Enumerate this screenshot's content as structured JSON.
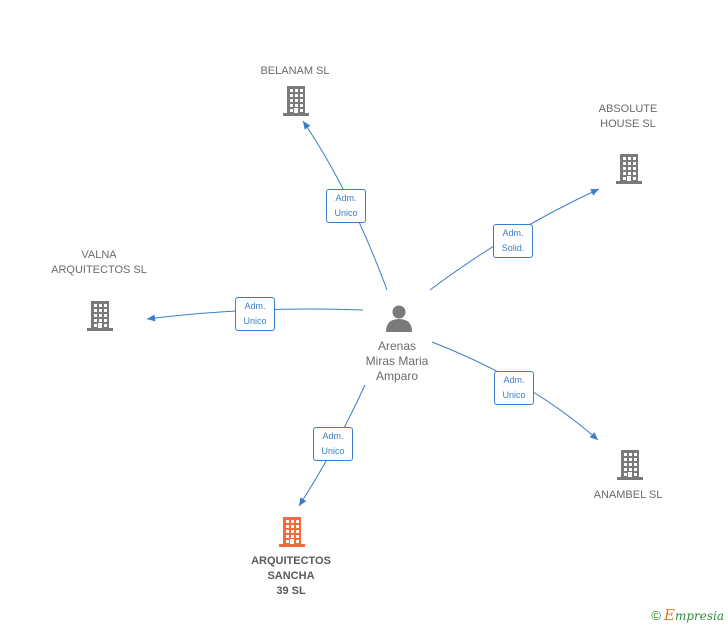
{
  "center": {
    "name_lines": [
      "Arenas",
      "Miras Maria",
      "Amparo"
    ],
    "icon": "person-icon"
  },
  "companies": [
    {
      "id": "belanam",
      "lines": [
        "BELANAM SL"
      ],
      "icon": "building-icon",
      "color": "#7a7a7a",
      "bold": false
    },
    {
      "id": "absolute",
      "lines": [
        "ABSOLUTE",
        "HOUSE SL"
      ],
      "icon": "building-icon",
      "color": "#7a7a7a",
      "bold": false
    },
    {
      "id": "valna",
      "lines": [
        "VALNA",
        "ARQUITECTOS SL"
      ],
      "icon": "building-icon",
      "color": "#7a7a7a",
      "bold": false
    },
    {
      "id": "anambel",
      "lines": [
        "ANAMBEL SL"
      ],
      "icon": "building-icon",
      "color": "#7a7a7a",
      "bold": false
    },
    {
      "id": "sancha",
      "lines": [
        "ARQUITECTOS",
        "SANCHA",
        "39 SL"
      ],
      "icon": "building-icon",
      "color": "#f26b3a",
      "bold": true
    }
  ],
  "relations": [
    {
      "to": "belanam",
      "lines": [
        "Adm.",
        "Unico"
      ]
    },
    {
      "to": "absolute",
      "lines": [
        "Adm.",
        "Solid."
      ]
    },
    {
      "to": "valna",
      "lines": [
        "Adm.",
        "Unico"
      ]
    },
    {
      "to": "anambel",
      "lines": [
        "Adm.",
        "Unico"
      ]
    },
    {
      "to": "sancha",
      "lines": [
        "Adm.",
        "Unico"
      ]
    }
  ],
  "footer": {
    "copyright": "©",
    "brand_initial": "E",
    "brand_rest": "mpresia"
  },
  "colors": {
    "edge": "#3a7ec8",
    "building": "#7a7a7a",
    "highlight": "#f26b3a",
    "person": "#7a7a7a"
  }
}
